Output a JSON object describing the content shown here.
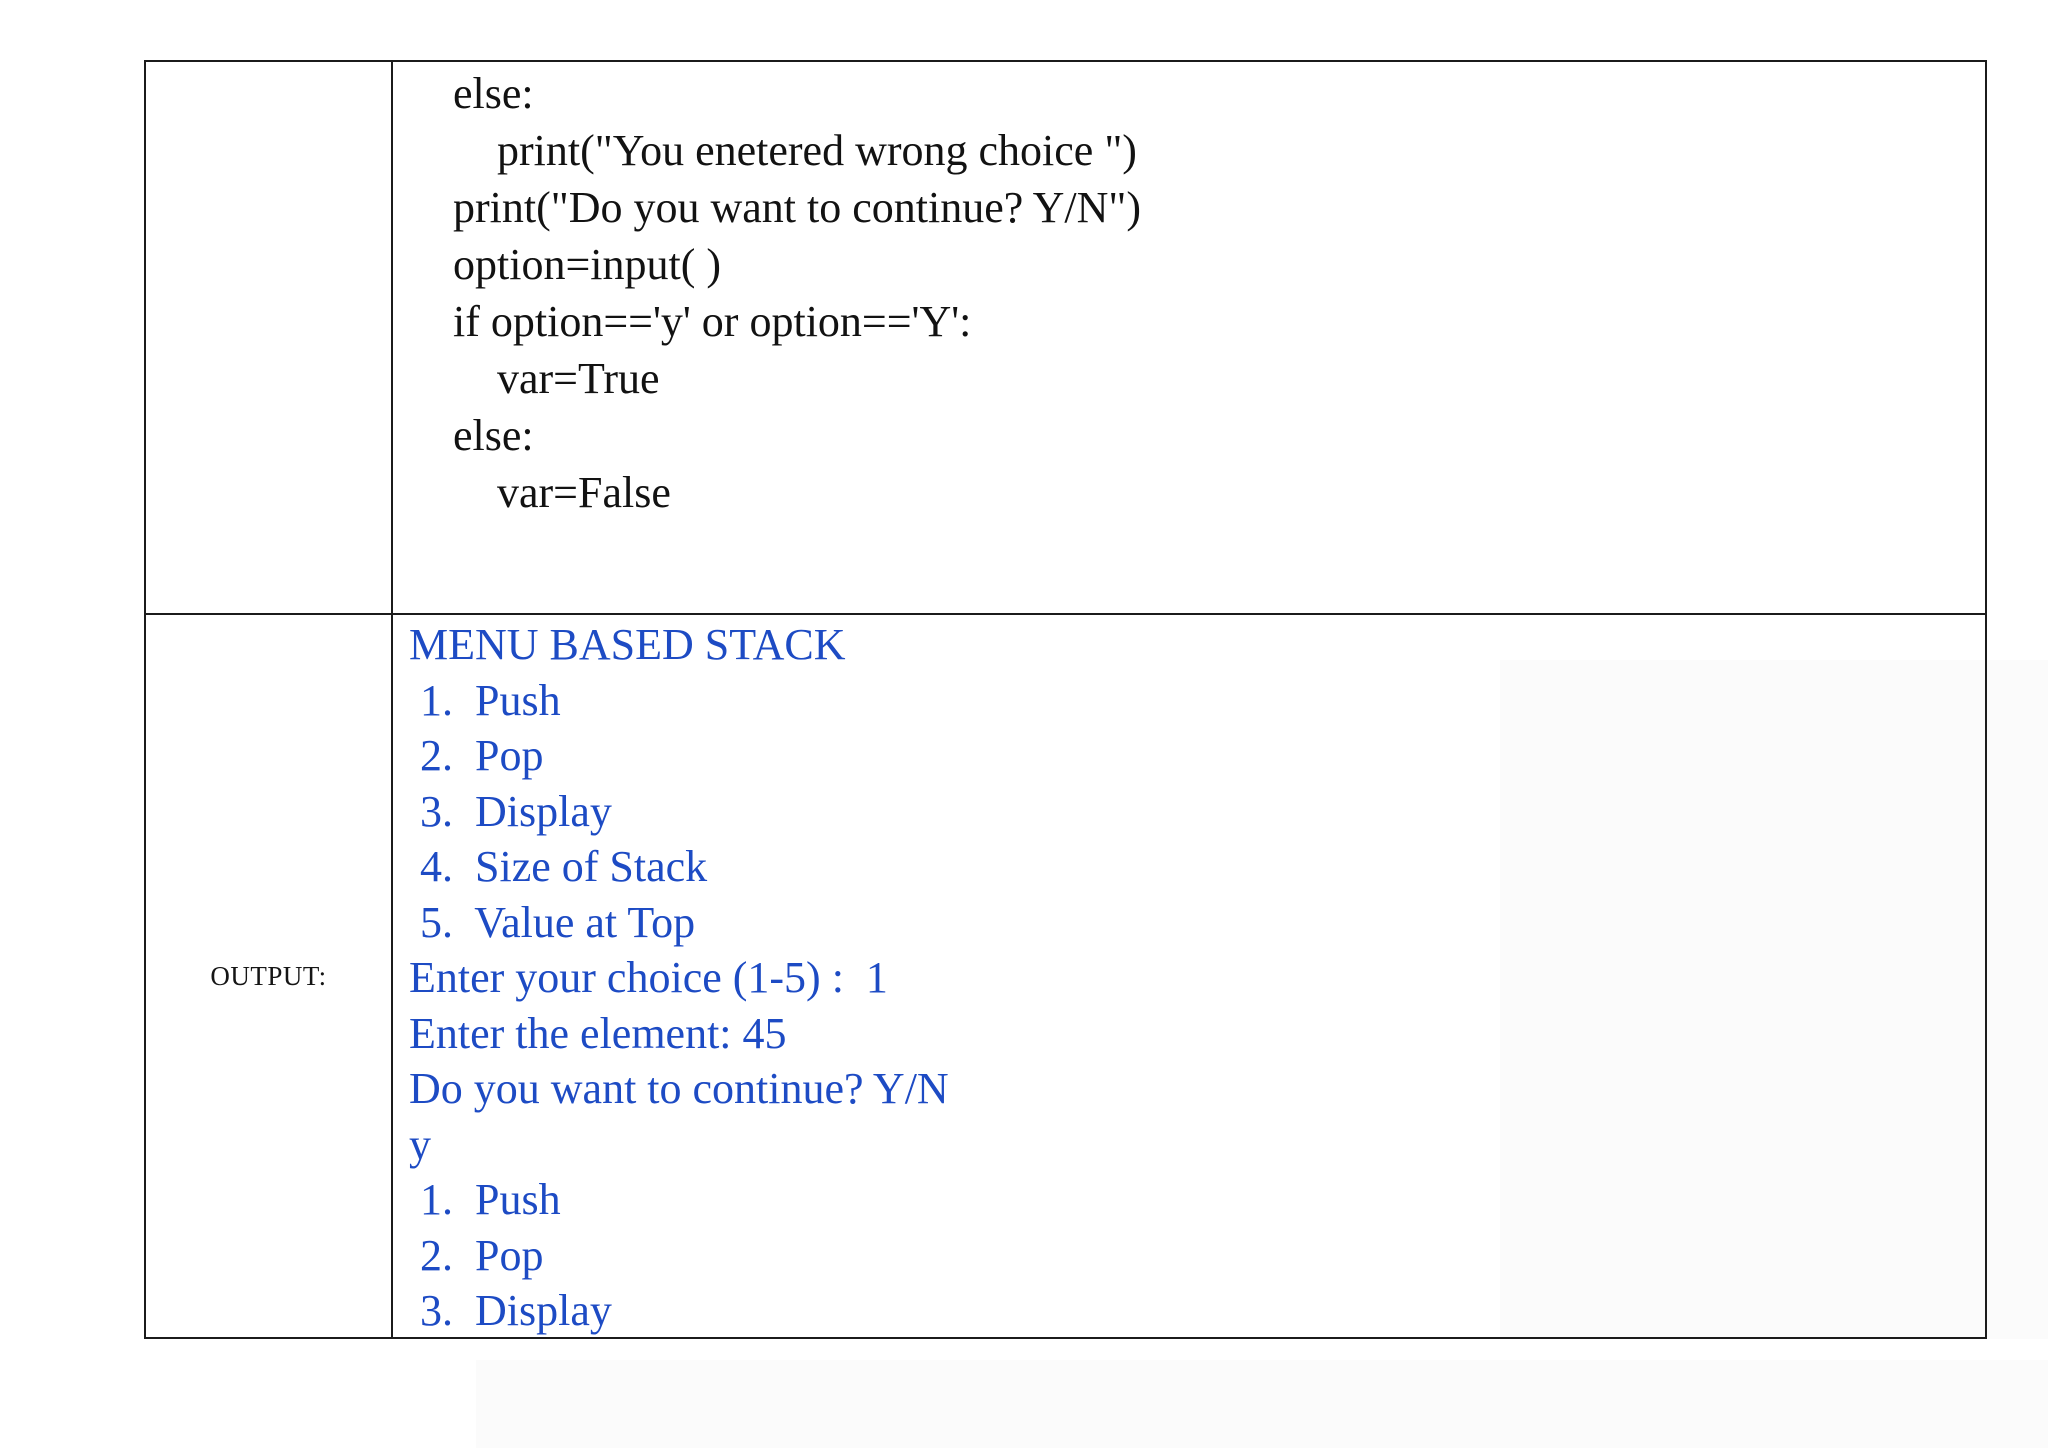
{
  "colors": {
    "page_background": "#ffffff",
    "table_border": "#1b1b1b",
    "code_text": "#121212",
    "output_text": "#1d4bc4",
    "scan_tint": "#fbfbfb"
  },
  "table": {
    "code_row_label": "",
    "code_lines": [
      "    else:",
      "        print(\"You enetered wrong choice \")",
      "",
      "    print(\"Do you want to continue? Y/N\")",
      "    option=input( )",
      "    if option=='y' or option=='Y':",
      "        var=True",
      "    else:",
      "        var=False"
    ],
    "output_label": "OUTPUT:",
    "output_lines": [
      "MENU BASED STACK",
      " 1.  Push",
      " 2.  Pop",
      " 3.  Display",
      " 4.  Size of Stack",
      " 5.  Value at Top",
      "Enter your choice (1-5) :  1",
      "Enter the element: 45",
      "Do you want to continue? Y/N",
      "y",
      " 1.  Push",
      " 2.  Pop",
      " 3.  Display"
    ]
  }
}
